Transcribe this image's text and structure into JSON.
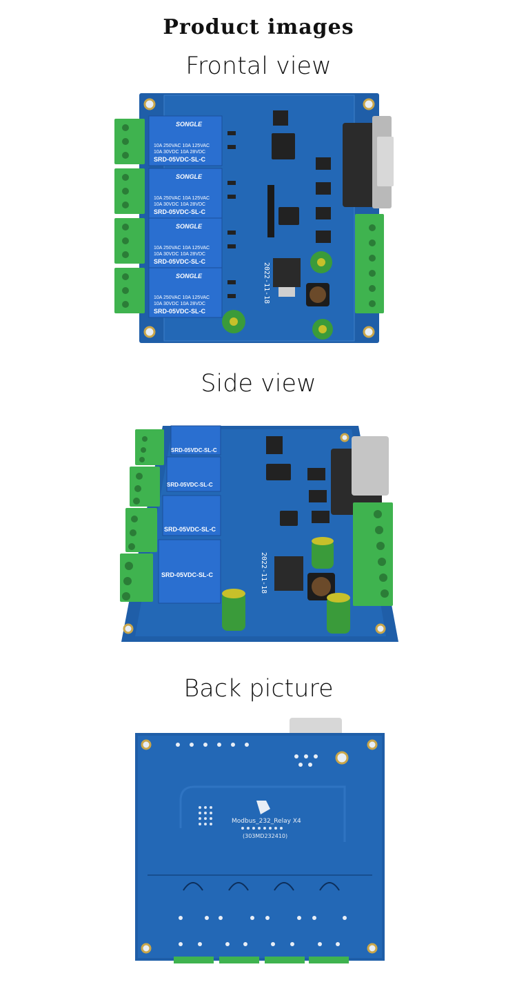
{
  "heading": "Product images",
  "sections": [
    {
      "label": "Frontal view"
    },
    {
      "label": "Side view"
    },
    {
      "label": "Back picture"
    }
  ],
  "relay": {
    "brand": "SONGLE",
    "rating1": "10A 250VAC  10A 125VAC",
    "rating2": "10A 30VDC  10A 28VDC",
    "model": "SRD-05VDC-SL-C"
  },
  "board_date": "2022-11-18",
  "back_label": "Modbus_232_Relay X4",
  "back_code": "(303MD232410)",
  "colors": {
    "pcb": "#1f5ea8",
    "pcb_dark": "#164a88",
    "terminal": "#3fb34f",
    "relay": "#2a6fd0"
  }
}
